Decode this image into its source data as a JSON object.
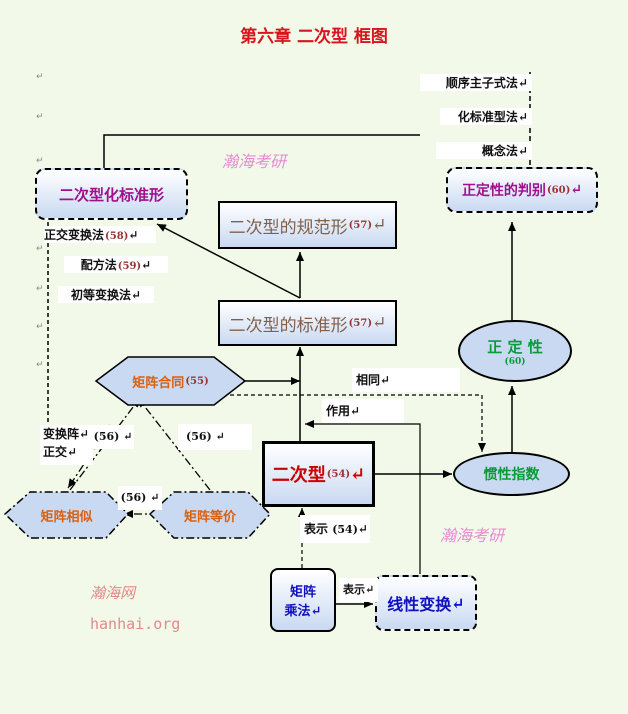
{
  "title": "第六章 二次型     框图",
  "nodes": {
    "normalize": {
      "text": "二次型化标准形"
    },
    "definite_test": {
      "text": "正定性的判别",
      "ref": "(60)"
    },
    "canonical": {
      "text": "二次型的规范形",
      "ref": "(57)"
    },
    "standard": {
      "text": "二次型的标准形",
      "ref": "(57)"
    },
    "contract": {
      "text": "矩阵合同",
      "ref": "(55)"
    },
    "quadratic": {
      "text": "二次型",
      "ref": "(54)"
    },
    "positive": {
      "text": "正 定 性",
      "ref": "(60)"
    },
    "inertia": {
      "text": "惯性指数"
    },
    "similar": {
      "text": "矩阵相似"
    },
    "equivalent": {
      "text": "矩阵等价"
    },
    "matmul": {
      "text_line1": "矩阵",
      "text_line2": "乘法"
    },
    "linear": {
      "text": "线性变换"
    }
  },
  "methods_top": [
    "顺序主子式法",
    "化标准型法",
    "概念法"
  ],
  "methods_left": {
    "ortho": "正交变换法",
    "ortho_ref": "(58)",
    "square": "配方法",
    "square_ref": "(59)",
    "elementary": "初等变换法"
  },
  "edge_labels": {
    "same": "相同",
    "action": "作用",
    "represent": "表示",
    "represent_ref": "(54)",
    "represent2": "表示",
    "orth_mat_1": "变换阵",
    "orth_mat_2": "正交",
    "ref56_a": "(56)",
    "ref56_b": "(56)",
    "ref56_c": "(56)"
  },
  "watermarks": {
    "w1": "瀚海考研",
    "w2": "瀚海考研",
    "site_name": "瀚海网",
    "site_url": "hanhai.org"
  },
  "colors": {
    "background": "#f2f9e8",
    "title": "#d8141e",
    "purple": "#a0108c",
    "orange": "#d86010",
    "green": "#0a9a3a",
    "blue": "#1010c0",
    "brown": "#80604a"
  }
}
